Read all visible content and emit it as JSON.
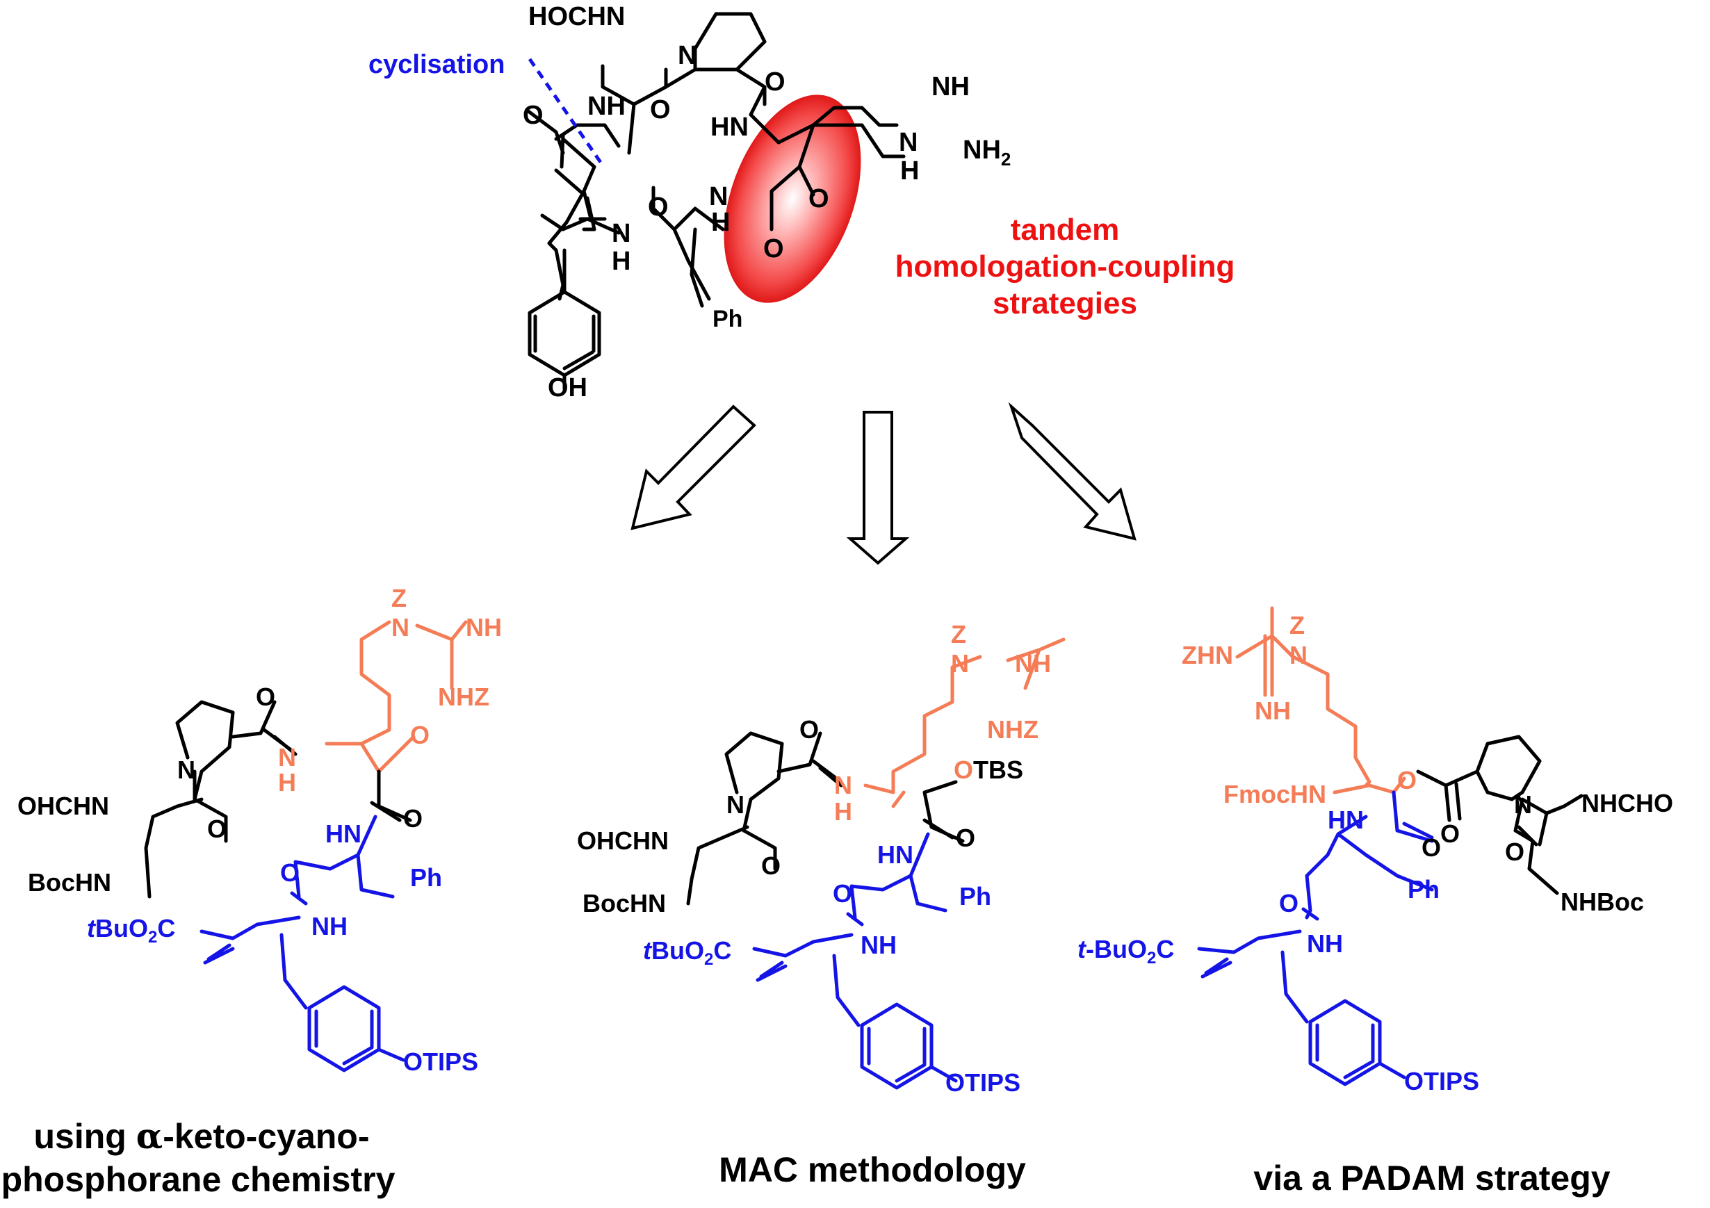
{
  "colors": {
    "black": "#000000",
    "orange": "#f47c56",
    "blue": "#1414e6",
    "red": "#ee1111",
    "highlight_red": "#ee2222"
  },
  "top": {
    "labels": {
      "hochn": "HOCHN",
      "nh_ring": "NH",
      "n_pro": "N",
      "o_pro": "O",
      "o_ser": "O",
      "o_amide1": "O",
      "hn_arg": "HN",
      "nh_guan": "NH",
      "nh2": "NH",
      "sub2": "2",
      "h_guan": "H",
      "n_guan": "N",
      "o_keto1": "O",
      "o_keto2": "O",
      "o_left": "O",
      "o_phe": "O",
      "n_phe": "N",
      "h_phe": "H",
      "n_deh": "N",
      "h_deh": "H",
      "ph": "Ph",
      "oh": "OH"
    },
    "cyclisation": "cyclisation",
    "tandem_lines": [
      "tandem",
      "homologation-coupling",
      "strategies"
    ]
  },
  "arrows": [
    "arrow-left",
    "arrow-center",
    "arrow-right"
  ],
  "left": {
    "labels": {
      "z": "Z",
      "n_guan": "N",
      "nh": "NH",
      "nhz": "NHZ",
      "o_pro": "O",
      "n_arg": "N",
      "h_arg": "H",
      "o_keto": "O",
      "n_pro": "N",
      "ohchn": "OHCHN",
      "o_ser": "O",
      "o_amide": "O",
      "hn_phe": "HN",
      "bochn": "BocHN",
      "o_phe": "O",
      "ph": "Ph",
      "tbu": "t",
      "bu_o": "BuO",
      "sub2": "2",
      "c": "C",
      "nh_deh": "NH",
      "otips": "OTIPS"
    },
    "caption": {
      "line1_pre": "using ",
      "alpha": "α",
      "line1_post": "-keto-cyano-",
      "line2": "phosphorane chemistry"
    }
  },
  "center": {
    "labels": {
      "z": "Z",
      "n_guan": "N",
      "nh": "NH",
      "nhz": "NHZ",
      "o_pro": "O",
      "n_arg": "N",
      "h_arg": "H",
      "otbs_o": "O",
      "otbs_tbs": "TBS",
      "n_pro": "N",
      "ohchn": "OHCHN",
      "o_ser": "O",
      "o_amide": "O",
      "hn_phe": "HN",
      "bochn": "BocHN",
      "o_phe": "O",
      "ph": "Ph",
      "tbu": "t",
      "bu_o": "BuO",
      "sub2": "2",
      "c": "C",
      "nh_deh": "NH",
      "otips": "OTIPS"
    },
    "caption": "MAC methodology"
  },
  "right": {
    "labels": {
      "z": "Z",
      "zhn": "ZHN",
      "n_guan": "N",
      "nh": "NH",
      "fmochn": "FmocHN",
      "o_ester": "O",
      "o_ester_co": "O",
      "n_pro": "N",
      "nhcho": "NHCHO",
      "o_ser": "O",
      "nhboc": "NHBoc",
      "hn_phe": "HN",
      "o_amide": "O",
      "o_phe": "O",
      "ph": "Ph",
      "tbu": "t",
      "bu_o": "-BuO",
      "sub2": "2",
      "c": "C",
      "nh_deh": "NH",
      "otips": "OTIPS"
    },
    "caption": "via a PADAM strategy"
  }
}
